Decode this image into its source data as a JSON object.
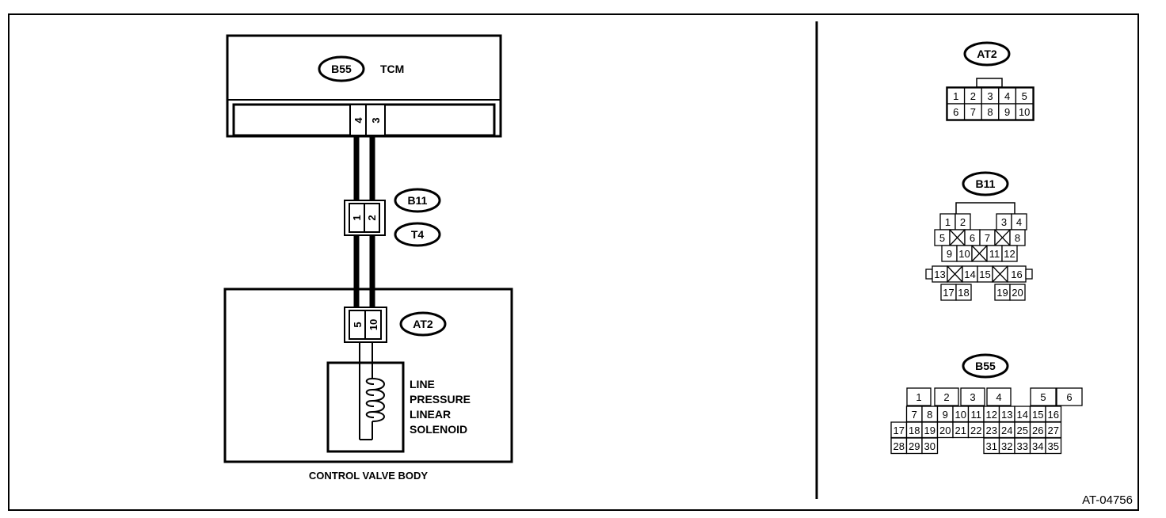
{
  "figure_id": "AT-04756",
  "tcm": {
    "connector": "B55",
    "name": "TCM",
    "pins": [
      "4",
      "3"
    ]
  },
  "harness_connector": {
    "codes": [
      "B11",
      "T4"
    ],
    "pins": [
      "1",
      "2"
    ]
  },
  "control_valve_body": {
    "label": "CONTROL VALVE BODY",
    "connector": "AT2",
    "pins": [
      "5",
      "10"
    ],
    "solenoid_label": [
      "LINE",
      "PRESSURE",
      "LINEAR",
      "SOLENOID"
    ]
  },
  "connector_views": [
    {
      "code": "AT2",
      "rows": [
        [
          "1",
          "2",
          "3",
          "4",
          "5"
        ],
        [
          "6",
          "7",
          "8",
          "9",
          "10"
        ]
      ]
    },
    {
      "code": "B11",
      "rows": [
        [
          "1",
          "2",
          "3",
          "4"
        ],
        [
          "5",
          "6",
          "7",
          "8"
        ],
        [
          "9",
          "10",
          "11",
          "12"
        ],
        [
          "13",
          "14",
          "15",
          "16"
        ],
        [
          "17",
          "18",
          "19",
          "20"
        ]
      ]
    },
    {
      "code": "B55",
      "rows": [
        [
          "1",
          "2",
          "3",
          "4",
          "5",
          "6"
        ],
        [
          "7",
          "8",
          "9",
          "10",
          "11",
          "12",
          "13",
          "14",
          "15",
          "16"
        ],
        [
          "17",
          "18",
          "19",
          "20",
          "21",
          "22",
          "23",
          "24",
          "25",
          "26",
          "27"
        ],
        [
          "28",
          "29",
          "30",
          "31",
          "32",
          "33",
          "34",
          "35"
        ]
      ]
    }
  ]
}
